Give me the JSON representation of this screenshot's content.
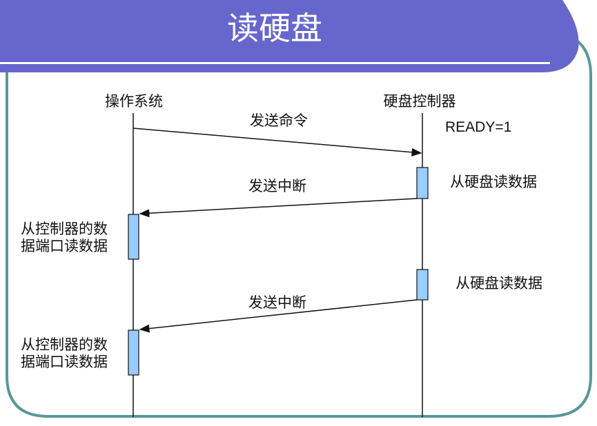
{
  "title": "读硬盘",
  "colors": {
    "banner": "#6666cc",
    "frame": "#5b9797",
    "activation": "#99ccff"
  },
  "participants": {
    "os": "操作系统",
    "controller": "硬盘控制器"
  },
  "status": "READY=1",
  "messages": {
    "send_command": "发送命令",
    "interrupt_1": "发送中断",
    "interrupt_2": "发送中断"
  },
  "notes": {
    "disk_read_1": "从硬盘读数据",
    "disk_read_2": "从硬盘读数据",
    "os_read_1": [
      "从控制器的数",
      "据端口读数据"
    ],
    "os_read_2": [
      "从控制器的数",
      "据端口读数据"
    ]
  }
}
